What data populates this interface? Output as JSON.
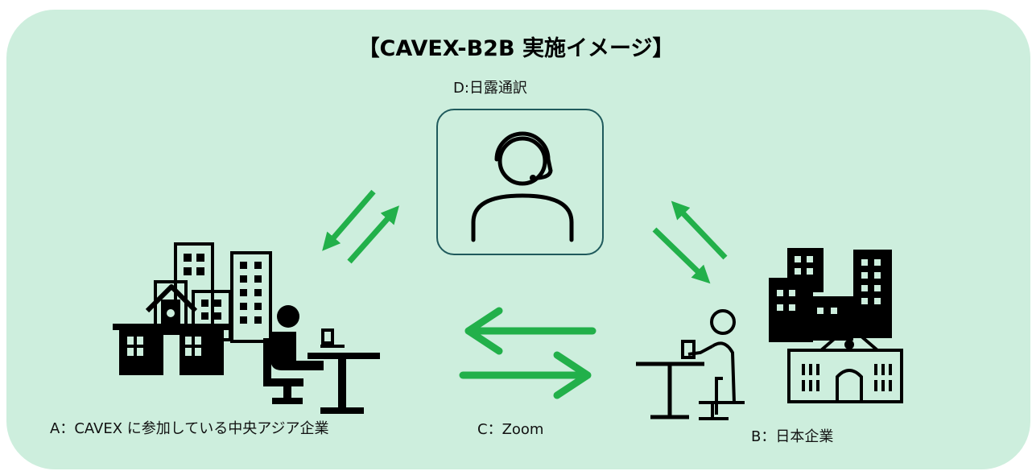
{
  "diagram": {
    "title": "【CAVEX-B2B 実施イメージ】",
    "nodes": {
      "interpreter": {
        "label": "D:日露通訳",
        "icon": "headset-operator-icon"
      },
      "central_asia": {
        "label": "A：CAVEX に参加している中央アジア企業",
        "icon": "city-and-desk-worker-icon"
      },
      "channel": {
        "label": "C：Zoom",
        "icon": "bidirectional-arrows-icon"
      },
      "japan": {
        "label": "B：日本企業",
        "icon": "desk-worker-and-buildings-icon"
      }
    },
    "colors": {
      "panel": "#cdeedd",
      "arrow": "#22b04a",
      "icon": "#000000",
      "box_border": "#1f5a5c"
    }
  }
}
